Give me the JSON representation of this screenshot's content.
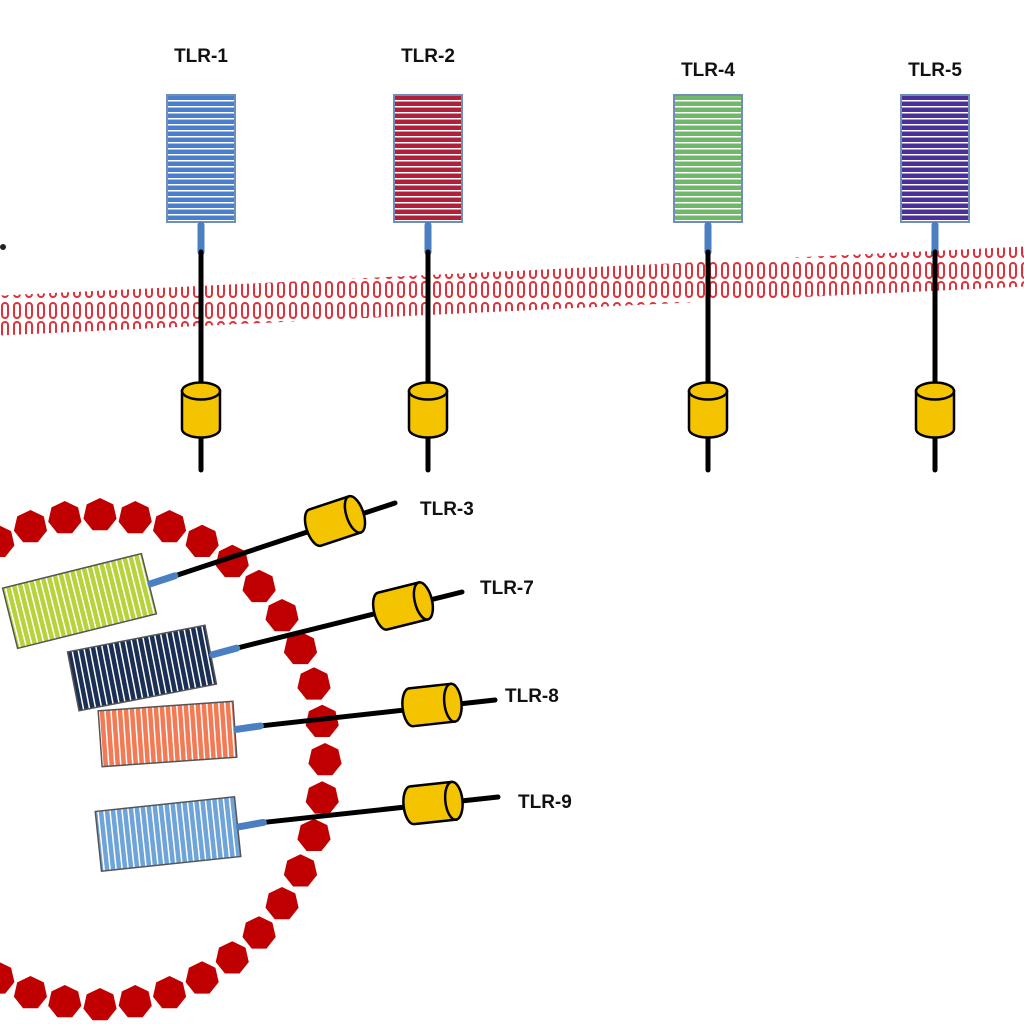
{
  "surface_receptors": [
    {
      "label": "TLR-1",
      "color": "#4a7fd0"
    },
    {
      "label": "TLR-2",
      "color": "#b0203a"
    },
    {
      "label": "TLR-4",
      "color": "#6fb86a"
    },
    {
      "label": "TLR-5",
      "color": "#4b2f9a"
    }
  ],
  "endosomal_receptors": [
    {
      "label": "TLR-3",
      "color": "#b6d33c"
    },
    {
      "label": "TLR-7",
      "color": "#1b2f55"
    },
    {
      "label": "TLR-8",
      "color": "#f27a55"
    },
    {
      "label": "TLR-9",
      "color": "#6ea4d8"
    }
  ],
  "colors": {
    "membrane": "#e0303a",
    "endosome": "#c00000",
    "tir_domain": "#f5c400",
    "linker": "#4a7fc1",
    "outline": "#000000"
  }
}
